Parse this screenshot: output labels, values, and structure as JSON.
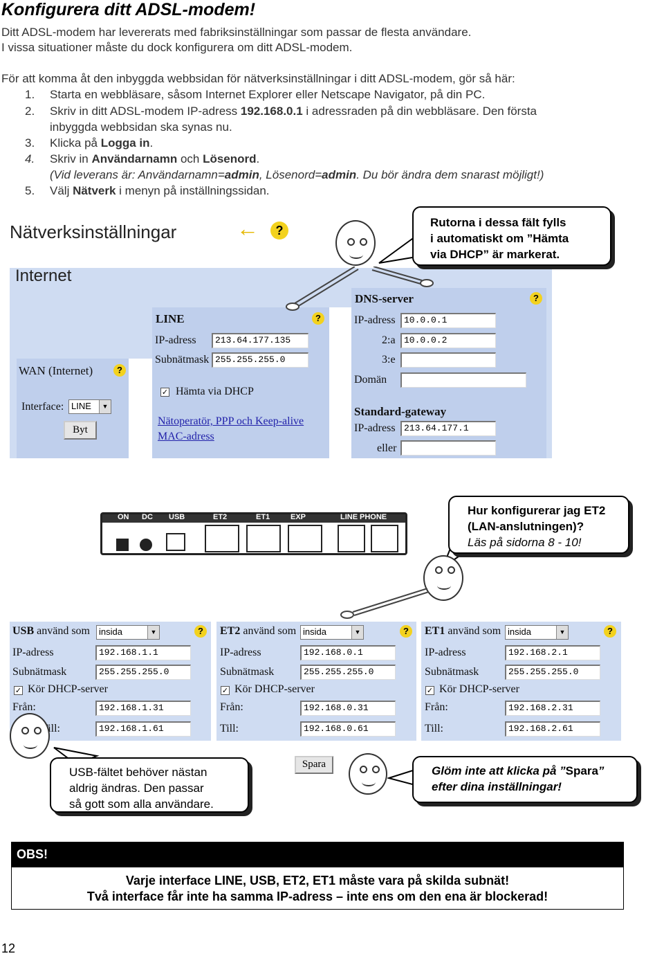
{
  "title": "Konfigurera ditt ADSL-modem!",
  "intro": [
    "Ditt ADSL-modem har levererats med fabriksinställningar som passar de flesta användare.",
    "I vissa situationer måste du dock konfigurera om ditt ADSL-modem."
  ],
  "steps_intro": "För att komma åt den inbyggda webbsidan för nätverksinställningar i ditt ADSL-modem, gör så här:",
  "steps": {
    "n1": "1.",
    "s1": "Starta en webbläsare, såsom Internet Explorer eller Netscape Navigator, på din PC.",
    "n2": "2.",
    "s2a": "Skriv in ditt ADSL-modem IP-adress ",
    "s2b": "192.168.0.1",
    "s2c": " i adressraden på din webbläsare. Den första",
    "s2d": "inbyggda webbsidan ska synas nu.",
    "n3": "3.",
    "s3a": "Klicka på ",
    "s3b": "Logga in",
    "s3c": ".",
    "n4": "4.",
    "s4a": "Skriv in ",
    "s4b": "Användarnamn",
    "s4c": " och ",
    "s4d": "Lösenord",
    "s4e": ".",
    "s4f": "(Vid leverans är: Användarnamn=",
    "s4g": "admin",
    "s4h": ", Lösenord=",
    "s4i": "admin",
    "s4j": ". Du bör ändra dem snarast möjligt!)",
    "n5": "5.",
    "s5a": "Välj ",
    "s5b": "Nätverk",
    "s5c": " i menyn på inställningssidan."
  },
  "screen": {
    "heading": "Nätverksinställningar",
    "back_arrow": "←",
    "help": "?",
    "internet": "Internet",
    "wan": {
      "title": "WAN (Internet)",
      "interface_label": "Interface:",
      "interface_value": "LINE",
      "switch_button": "Byt"
    },
    "line": {
      "title": "LINE",
      "ip_label": "IP-adress",
      "ip_value": "213.64.177.135",
      "mask_label": "Subnätmask",
      "mask_value": "255.255.255.0",
      "dhcp_label": "Hämta via DHCP",
      "link1": "Nätoperatör, PPP och Keep-alive",
      "link2": "MAC-adress"
    },
    "dns": {
      "title": "DNS-server",
      "ip_label": "IP-adress",
      "ip_value": "10.0.0.1",
      "ip2_label": "2:a",
      "ip2_value": "10.0.0.2",
      "ip3_label": "3:e",
      "domain_label": "Domän",
      "gw_title": "Standard-gateway",
      "gw_ip_label": "IP-adress",
      "gw_ip_value": "213.64.177.1",
      "or_label": "eller"
    }
  },
  "bubble1": {
    "l1": "Rutorna i dessa fält fylls",
    "l2": "i automatiskt om ”Hämta",
    "l3": "via DHCP” är markerat."
  },
  "bubble2": {
    "l1": "Hur konfigurerar jag ET2",
    "l2": "(LAN-anslutningen)?",
    "l3": "Läs på sidorna 8 - 10!"
  },
  "device": {
    "on": "ON",
    "dc": "DC",
    "usb": "USB",
    "et2": "ET2",
    "et1": "ET1",
    "exp": "EXP",
    "line": "LINE",
    "phone": "PHONE"
  },
  "lan": [
    {
      "name": "USB",
      "used_label": "använd som",
      "used_value": "insida",
      "ip_label": "IP-adress",
      "ip": "192.168.1.1",
      "mask_label": "Subnätmask",
      "mask": "255.255.255.0",
      "dhcp": "Kör DHCP-server",
      "from_label": "Från:",
      "from": "192.168.1.31",
      "to_label": "Till:",
      "to": "192.168.1.61"
    },
    {
      "name": "ET2",
      "used_label": "använd som",
      "used_value": "insida",
      "ip_label": "IP-adress",
      "ip": "192.168.0.1",
      "mask_label": "Subnätmask",
      "mask": "255.255.255.0",
      "dhcp": "Kör DHCP-server",
      "from_label": "Från:",
      "from": "192.168.0.31",
      "to_label": "Till:",
      "to": "192.168.0.61"
    },
    {
      "name": "ET1",
      "used_label": "använd som",
      "used_value": "insida",
      "ip_label": "IP-adress",
      "ip": "192.168.2.1",
      "mask_label": "Subnätmask",
      "mask": "255.255.255.0",
      "dhcp": "Kör DHCP-server",
      "from_label": "Från:",
      "from": "192.168.2.31",
      "to_label": "Till:",
      "to": "192.168.2.61"
    }
  ],
  "bubble3": {
    "l1": "USB-fältet behöver nästan",
    "l2": "aldrig ändras. Den passar",
    "l3": "så gott som alla användare."
  },
  "save_button": "Spara",
  "bubble4": {
    "l1a": "Glöm inte att klicka på ”",
    "l1b": "Spara",
    "l1c": "”",
    "l2": "efter dina inställningar!"
  },
  "obs": {
    "label": "OBS!",
    "l1": "Varje interface LINE, USB, ET2, ET1 måste vara på skilda subnät!",
    "l2": "Två interface får inte ha samma IP-adress – inte ens om den ena är blockerad!"
  },
  "page_number": "12",
  "colors": {
    "panel": "#cfdcf2",
    "help_icon": "#f3d21e",
    "obs_bar": "#000000"
  }
}
